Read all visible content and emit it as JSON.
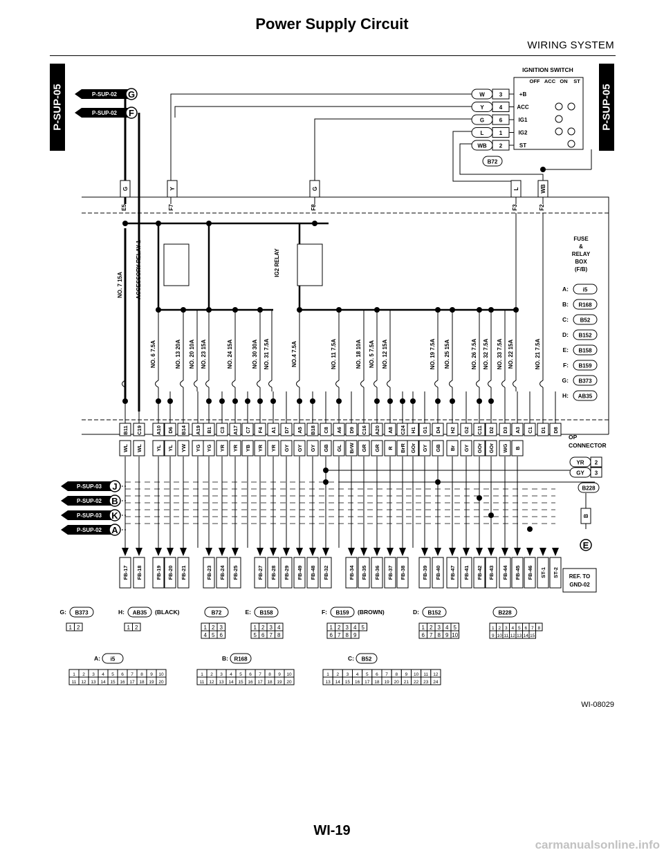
{
  "header": {
    "title": "Power Supply Circuit",
    "section": "WIRING SYSTEM",
    "side_tab": "P-SUP-05"
  },
  "ignition_switch": {
    "title": "IGNITION SWITCH",
    "positions": [
      "OFF",
      "ACC",
      "ON",
      "ST"
    ],
    "terminals": [
      "+B",
      "ACC",
      "IG1",
      "IG2",
      "ST"
    ],
    "wire_colors": [
      "W",
      "Y",
      "G",
      "L",
      "WB"
    ],
    "pin_numbers": [
      "3",
      "4",
      "6",
      "1",
      "2"
    ],
    "connector": "B72"
  },
  "top_refs": [
    {
      "label": "P-SUP-02",
      "letter": "G"
    },
    {
      "label": "P-SUP-02",
      "letter": "F"
    }
  ],
  "fuse_box": {
    "lines": [
      "FUSE",
      "&",
      "RELAY",
      "BOX",
      "(F/B)"
    ],
    "input_pins": [
      "E5",
      "F7",
      "F8",
      "F3",
      "F2"
    ],
    "input_colors": [
      "G",
      "Y",
      "G",
      "L",
      "WB"
    ],
    "relays": [
      "ACCESSORY RELAY 1",
      "IG2 RELAY"
    ],
    "fuses": [
      "NO. 7 15A",
      "NO. 6 7.5A",
      "NO. 13 20A",
      "NO. 20 10A",
      "NO. 23 15A",
      "NO. 24 15A",
      "NO. 30 30A",
      "NO. 31 7.5A",
      "NO.4 7.5A",
      "NO. 11 7.5A",
      "NO. 18 10A",
      "NO. 5 7.5A",
      "NO. 12 15A",
      "NO. 19 7.5A",
      "NO. 25 15A",
      "NO. 26 7.5A",
      "NO. 32 7.5A",
      "NO. 33 7.5A",
      "NO. 22 15A",
      "NO. 21 7.5A"
    ],
    "legend": [
      {
        "key": "A:",
        "conn": "i5"
      },
      {
        "key": "B:",
        "conn": "R168"
      },
      {
        "key": "C:",
        "conn": "B52"
      },
      {
        "key": "D:",
        "conn": "B152"
      },
      {
        "key": "E:",
        "conn": "B158"
      },
      {
        "key": "F:",
        "conn": "B159"
      },
      {
        "key": "G:",
        "conn": "B373"
      },
      {
        "key": "H:",
        "conn": "AB35"
      }
    ]
  },
  "output_pins": [
    "B11",
    "C19",
    "A10",
    "D6",
    "B14",
    "A19",
    "B1",
    "C3",
    "A17",
    "C7",
    "F4",
    "A1",
    "D7",
    "A5",
    "B18",
    "C8",
    "A6",
    "D9",
    "C16",
    "A20",
    "A8",
    "C24",
    "H1",
    "G1",
    "D4",
    "H2",
    "G2",
    "C11",
    "D2",
    "D3",
    "A3",
    "C1",
    "D1",
    "D8"
  ],
  "output_colors": [
    "WL",
    "WL",
    "YL",
    "YL",
    "YW",
    "YG",
    "YG",
    "YR",
    "YR",
    "YB",
    "YR",
    "YR",
    "GY",
    "GY",
    "GY",
    "GB",
    "GL",
    "BrW",
    "GR",
    "GR",
    "R",
    "BrR",
    "GOr",
    "GY",
    "GB",
    "Br",
    "GY",
    "GOr",
    "GOr",
    "WG",
    "B"
  ],
  "op_connector": {
    "label": [
      "OP",
      "CONNECTOR"
    ],
    "colors": [
      "YR",
      "GY"
    ],
    "pins": [
      "2",
      "3"
    ],
    "connector": "B228",
    "ground_wire": "B",
    "ground_letter": "E"
  },
  "left_refs": [
    {
      "label": "P-SUP-03",
      "letter": "J"
    },
    {
      "label": "P-SUP-02",
      "letter": "B"
    },
    {
      "label": "P-SUP-03",
      "letter": "K"
    },
    {
      "label": "P-SUP-02",
      "letter": "A"
    }
  ],
  "fb_destinations": [
    "FB-17",
    "FB-18",
    "FB-19",
    "FB-20",
    "FB-21",
    "FB-23",
    "FB-24",
    "FB-25",
    "FB-27",
    "FB-28",
    "FB-29",
    "FB-49",
    "FB-48",
    "FB-32",
    "FB-34",
    "FB-35",
    "FB-36",
    "FB-37",
    "FB-38",
    "FB-39",
    "FB-40",
    "FB-47",
    "FB-41",
    "FB-42",
    "FB-43",
    "FB-44",
    "FB-45",
    "FB-46",
    "ST-1",
    "ST-2"
  ],
  "ref_box": [
    "REF. TO",
    "GND-02"
  ],
  "connector_views": {
    "row1": [
      {
        "key": "G:",
        "conn": "B373",
        "note": "",
        "pins": [
          "1",
          "2"
        ]
      },
      {
        "key": "H:",
        "conn": "AB35",
        "note": "(BLACK)",
        "pins": [
          "1",
          "2"
        ]
      },
      {
        "key": "",
        "conn": "B72",
        "note": "",
        "pins": [
          "1",
          "2",
          "3",
          "4",
          "5",
          "6"
        ]
      },
      {
        "key": "E:",
        "conn": "B158",
        "note": "",
        "pins": [
          "1",
          "2",
          "3",
          "4",
          "5",
          "6",
          "7",
          "8"
        ]
      },
      {
        "key": "F:",
        "conn": "B159",
        "note": "(BROWN)",
        "pins": [
          "1",
          "2",
          "3",
          "4",
          "5",
          "6",
          "7",
          "8",
          "9"
        ]
      },
      {
        "key": "D:",
        "conn": "B152",
        "note": "",
        "pins": [
          "1",
          "2",
          "3",
          "4",
          "5",
          "6",
          "7",
          "8",
          "9",
          "10"
        ]
      },
      {
        "key": "",
        "conn": "B228",
        "note": "",
        "pins": [
          "1",
          "2",
          "3",
          "4",
          "5",
          "6",
          "7",
          "8",
          "9",
          "10",
          "11",
          "12",
          "13",
          "14",
          "15"
        ]
      }
    ],
    "row2": [
      {
        "key": "A:",
        "conn": "i5",
        "note": "",
        "pins": [
          "1",
          "2",
          "3",
          "4",
          "5",
          "6",
          "7",
          "8",
          "9",
          "10",
          "11",
          "12",
          "13",
          "14",
          "15",
          "16",
          "17",
          "18",
          "19",
          "20"
        ]
      },
      {
        "key": "B:",
        "conn": "R168",
        "note": "",
        "pins": [
          "1",
          "2",
          "3",
          "4",
          "5",
          "6",
          "7",
          "8",
          "9",
          "10",
          "11",
          "12",
          "13",
          "14",
          "15",
          "16",
          "17",
          "18",
          "19",
          "20"
        ]
      },
      {
        "key": "C:",
        "conn": "B52",
        "note": "",
        "pins": [
          "1",
          "2",
          "3",
          "4",
          "5",
          "6",
          "7",
          "8",
          "9",
          "10",
          "11",
          "12",
          "13",
          "14",
          "15",
          "16",
          "17",
          "18",
          "19",
          "20",
          "21",
          "22",
          "23",
          "24"
        ]
      }
    ]
  },
  "figure_id": "WI-08029",
  "page_number": "WI-19",
  "watermark": "carmanualsonline.info"
}
